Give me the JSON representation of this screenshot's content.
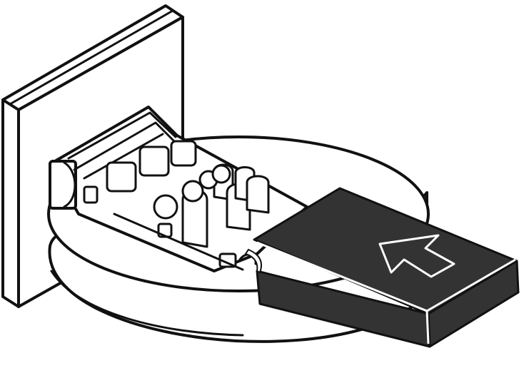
{
  "figure": {
    "caption": "",
    "colors": {
      "background": "#ffffff",
      "line": "#111111",
      "card_fill": "#333333",
      "arrow_fill": "#333333",
      "arrow_stroke": "#ffffff"
    },
    "parts": [
      "wall-plate",
      "round-base",
      "connector-module",
      "insert-card",
      "insert-direction-arrow-icon"
    ]
  }
}
